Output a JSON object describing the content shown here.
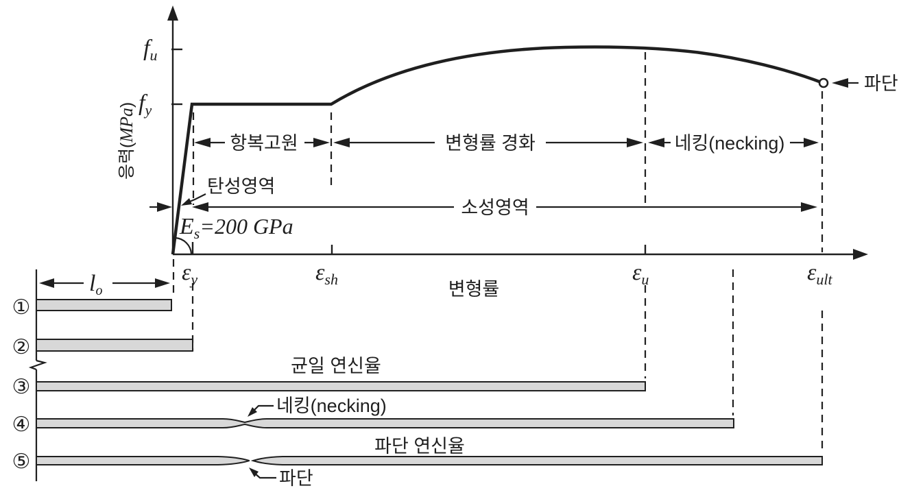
{
  "colors": {
    "ink": "#1f1f1f",
    "bar_fill": "#d8d8d8",
    "background": "#ffffff"
  },
  "y_axis": {
    "label_prefix": "응력(",
    "label_unit": "MPa",
    "label_suffix": ")",
    "fu_base": "f",
    "fu_sub": "u",
    "fy_base": "f",
    "fy_sub": "y"
  },
  "x_axis": {
    "label": "변형률",
    "ey_base": "ε",
    "ey_sub": "y",
    "esh_base": "ε",
    "esh_sub": "sh",
    "eu_base": "ε",
    "eu_sub": "u",
    "eult_base": "ε",
    "eult_sub": "ult"
  },
  "regions": {
    "yield_plateau": "항복고원",
    "strain_hardening": "변형률 경화",
    "necking": "네킹(necking)",
    "elastic": "탄성영역",
    "plastic": "소성영역"
  },
  "modulus": {
    "base": "E",
    "sub": "s",
    "value": "=200 GPa"
  },
  "fracture_label": "파단",
  "specimens": {
    "gauge_base": "l",
    "gauge_sub": "o",
    "numbers": [
      "①",
      "②",
      "③",
      "④",
      "⑤"
    ],
    "uniform_elongation": "균일 연신율",
    "necking": "네킹(necking)",
    "fracture_elongation": "파단 연신율",
    "fracture": "파단"
  }
}
